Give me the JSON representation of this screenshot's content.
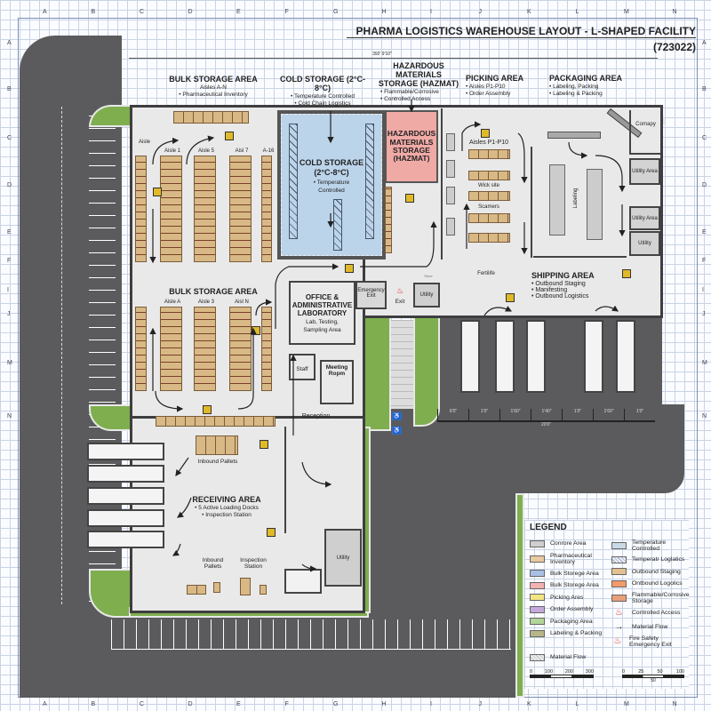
{
  "title": "PHARMA LOGISTICS WAREHOUSE LAYOUT - L-SHAPED FACILITY",
  "code": "(723022)",
  "overall_dimension": "392' 9'10\"",
  "grid": {
    "cols": [
      "A",
      "B",
      "C",
      "D",
      "E",
      "F",
      "G",
      "H",
      "I",
      "J",
      "K",
      "L",
      "M",
      "N"
    ],
    "rows": [
      "A",
      "B",
      "C",
      "D",
      "E",
      "F",
      "I",
      "J",
      "M",
      "N"
    ]
  },
  "zones": {
    "bulk_top": {
      "title": "BULK STORAGE AREA",
      "lines": [
        "Aisles A-N",
        "• Pharmaceutical Inventory"
      ]
    },
    "cold_top": {
      "title": "COLD STORAGE (2°C-8°C)",
      "lines": [
        "• Temperature Controlled",
        "• Cold Chain Logistics"
      ]
    },
    "hazmat_top": {
      "title": "HAZARDOUS MATERIALS STORAGE (HAZMAT)",
      "lines": [
        "• Flammable/Corrosive",
        "• Controlled Access"
      ]
    },
    "picking_top": {
      "title": "PICKING AREA",
      "lines": [
        "• Aisles P1-P10",
        "• Order Assembly"
      ]
    },
    "packaging_top": {
      "title": "PACKAGING AREA",
      "lines": [
        "• Labeling, Packing",
        "• Labeling & Packing"
      ]
    }
  },
  "rooms": {
    "aisles_top": [
      "Aisle",
      "Aisle 1",
      "Aisle 5",
      "Aisl 7",
      "A-16"
    ],
    "cold": {
      "title": "COLD STORAGE",
      "temp": "(2°C-8°C)",
      "l1": "• Temperature",
      "l2": "Controlled"
    },
    "hazmat": "HAZARDOUS MATERIALS STORAGE (HAZMAT)",
    "picking_aisles": "Aisles P1-P10",
    "wick": "Wick site",
    "scanners": "Scamers",
    "fertilife": "Fertilife",
    "labeling": "Labeling",
    "cornapy": "Cornapy",
    "utility_area1": "Utility Area",
    "utility_area2": "Utility Area",
    "utility1": "Utility",
    "bulk_mid": "BULK STORAGE AREA",
    "aisles_bottom": [
      "Aisle A",
      "Aisle 3",
      "Aisl N"
    ],
    "shipping": {
      "title": "SHIPPING AREA",
      "lines": [
        "• Outbound Staging",
        "• Manifesting",
        "• Outbound Logistics"
      ]
    },
    "office": {
      "title": "OFFICE & ADMINISTRATIVE LABORATORY",
      "sub": "Lab, Testing, Sampling Area"
    },
    "emergency_exit": "Emergency Exit",
    "exit": "Exit",
    "utility2": "Utility",
    "store": "Store",
    "staff": "Staff",
    "meeting": "Meeting Ropm",
    "reception": "Reception",
    "inbound_top": "Inbound Pallets",
    "receiving": {
      "title": "RECEIVING AREA",
      "lines": [
        "• 5 Active Loading Docks",
        "• Inspection Station"
      ]
    },
    "inbound_bottom": "Inbound Pallets",
    "inspection": "Inspection Station",
    "utility3": "Utility"
  },
  "dimensions": [
    "6'0\"",
    "1'0\"",
    "1'60\"",
    "1'40\"",
    "1'0\"",
    "1'60\"",
    "1'0\""
  ],
  "dimension_total": "20'0\"",
  "legend": {
    "title": "LEGEND",
    "left": [
      {
        "label": "Conrore Area",
        "color": "#cfcfcf"
      },
      {
        "label": "Pharmaceutical Inventory",
        "color": "#e8c9a0"
      },
      {
        "label": "Bulk Storege Area",
        "color": "#a9c0e6"
      },
      {
        "label": "Bulk Storege Area",
        "color": "#f3b2b2"
      },
      {
        "label": "Picking Ares",
        "color": "#f4e583"
      },
      {
        "label": "Order Assembly",
        "color": "#c5a8dc"
      },
      {
        "label": "Packaging Area",
        "color": "#b3d598"
      },
      {
        "label": "Labeling & Packing",
        "color": "#b8b589"
      }
    ],
    "right": [
      {
        "label": "Temperature Controlled",
        "color": "#c9d9e6"
      },
      {
        "label": "Temperatr Loglatics",
        "color": "#dfe6ea"
      },
      {
        "label": "Outbound Staging",
        "color": "#e3c08f"
      },
      {
        "label": "Ontbound Logolics",
        "color": "#f29a6a"
      },
      {
        "label": "Flammable/Corrosive Storage",
        "color": "#e9a079"
      }
    ],
    "controlled_access": "Controlled Access",
    "material_flow_arrow": "Material Flow",
    "fire_safety": "Fire Safety Emergency Exit",
    "material_flow_swatch": "Material Flow",
    "scale1": [
      "0",
      "100",
      "200",
      "300"
    ],
    "scale2": [
      "0",
      "25",
      "50",
      "100"
    ],
    "scale2_sub": "50"
  }
}
